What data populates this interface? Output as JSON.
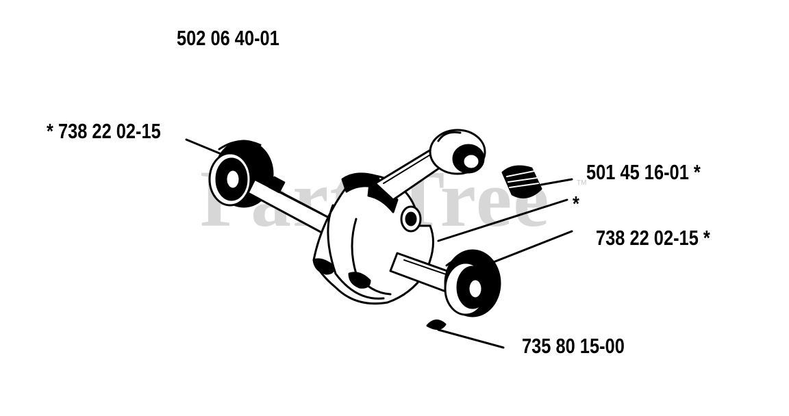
{
  "watermark": {
    "text": "PartsTree",
    "trademark": "TM",
    "color": "#d7d7d7"
  },
  "part_labels": {
    "crankshaft_assembly": "502 06 40-01",
    "bearing_left": "* 738 22 02-15",
    "needle_bearing": "501 45 16-01  *",
    "asterisk_mark": "*",
    "bearing_right": "738 22 02-15  *",
    "woodruff_key": "735 80 15-00"
  },
  "colors": {
    "ink": "#000000",
    "background": "#ffffff"
  }
}
